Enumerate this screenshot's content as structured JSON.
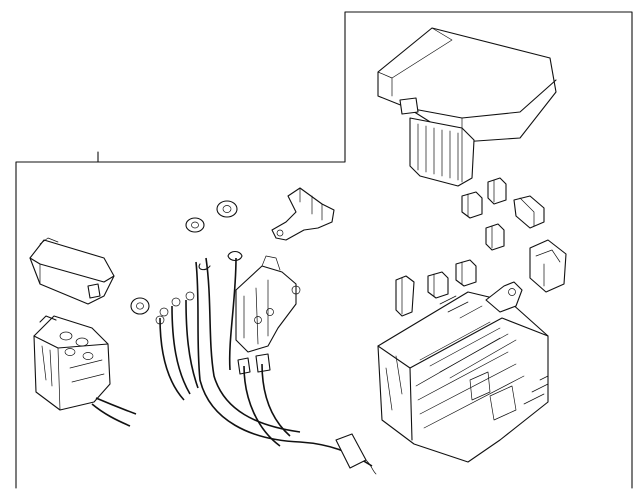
{
  "diagram": {
    "kind": "exploded parts illustration",
    "labels": [],
    "colors": {
      "line": "#111111",
      "background": "#ffffff"
    },
    "parts": [
      "upper-cover",
      "fuse-block",
      "fuse-box-assembly",
      "wire-harness",
      "terminal-bracket",
      "nuts",
      "small-cover",
      "small-junction-block"
    ]
  }
}
